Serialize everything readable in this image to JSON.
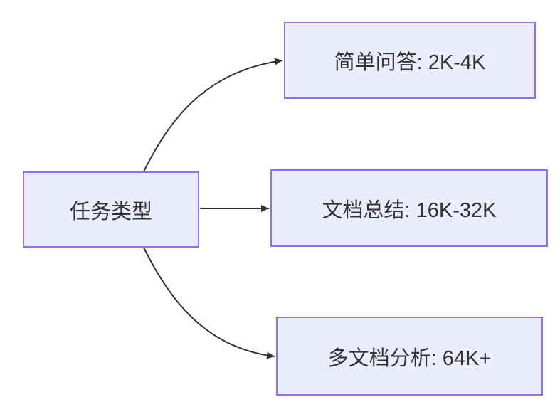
{
  "diagram": {
    "type": "flowchart",
    "direction": "left-to-right",
    "background": "#FFFFFF",
    "colors": {
      "node_fill": "#ECECFF",
      "node_border": "#9370DB",
      "edge_stroke": "#333333",
      "text": "#333333"
    },
    "nodes": [
      {
        "id": "root",
        "label": "任务类型"
      },
      {
        "id": "qa",
        "label": "简单问答: 2K-4K"
      },
      {
        "id": "summary",
        "label": "文档总结: 16K-32K"
      },
      {
        "id": "multidoc",
        "label": "多文档分析: 64K+"
      }
    ],
    "edges": [
      {
        "from": "root",
        "to": "qa",
        "style": "curved-up",
        "arrow": "filled-triangle"
      },
      {
        "from": "root",
        "to": "summary",
        "style": "straight",
        "arrow": "filled-triangle"
      },
      {
        "from": "root",
        "to": "multidoc",
        "style": "curved-down",
        "arrow": "filled-triangle"
      }
    ]
  }
}
